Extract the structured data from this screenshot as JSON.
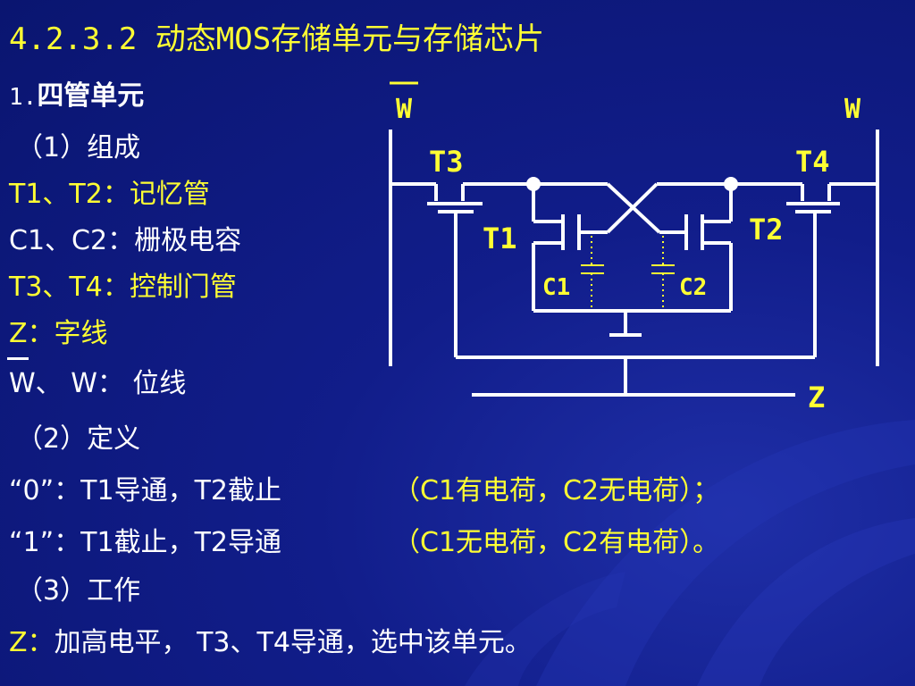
{
  "title": "4.2.3.2 动态MOS存储单元与存储芯片",
  "section": {
    "number": "1.",
    "heading": "四管单元"
  },
  "composition": {
    "heading": "（1）组成",
    "items": [
      {
        "label": "T1、T2：记忆管",
        "color": "#ffff33"
      },
      {
        "label": "C1、C2：栅极电容",
        "color": "#ffffff"
      },
      {
        "label": "T3、T4：控制门管",
        "color": "#ffff33"
      },
      {
        "label": "Z：字线",
        "color": "#ffff33"
      },
      {
        "label": "W、 W： 位线",
        "color": "#ffffff"
      }
    ]
  },
  "definition": {
    "heading": "（2）定义",
    "rows": [
      {
        "state": "“0”：T1导通，T2截止",
        "note": "（C1有电荷，C2无电荷）；"
      },
      {
        "state": "“1”：T1截止，T2导通",
        "note": "（C1无电荷，C2有电荷）。"
      }
    ]
  },
  "operation": {
    "heading": "（3）工作",
    "prefix": "Z：",
    "text": "加高电平，  T3、T4导通，选中该单元。"
  },
  "diagram": {
    "labels": {
      "w_bar": "W",
      "w": "W",
      "t3": "T3",
      "t4": "T4",
      "t1": "T1",
      "t2": "T2",
      "c1": "C1",
      "c2": "C2",
      "z": "Z"
    },
    "wire_color": "#ffffff",
    "label_color": "#ffff33"
  },
  "colors": {
    "background": "#111d8a",
    "accent": "#ffff33",
    "text": "#ffffff"
  }
}
